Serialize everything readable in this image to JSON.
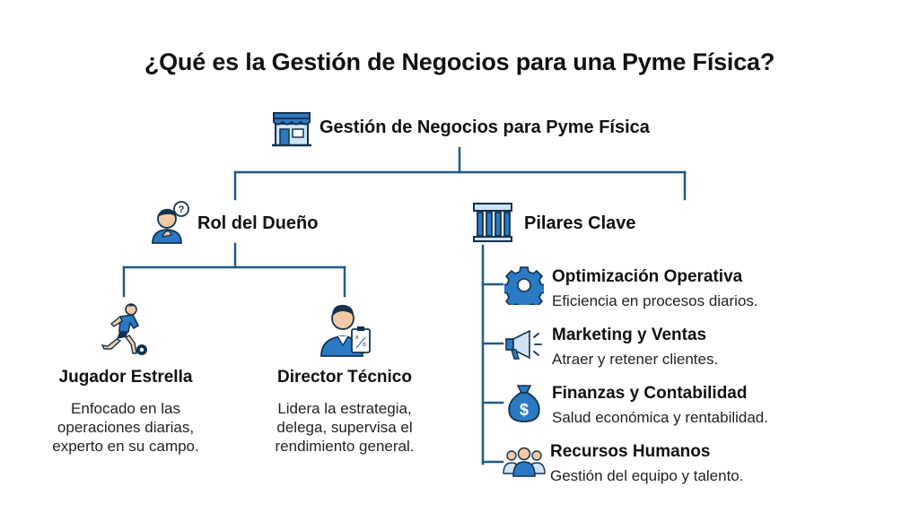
{
  "title": "¿Qué es la Gestión de Negocios para una Pyme Física?",
  "root": {
    "label": "Gestión de Negocios para Pyme Física",
    "icon": "store-icon"
  },
  "owner": {
    "label": "Rol del Dueño",
    "icon": "thinking-person-icon",
    "roles": [
      {
        "title": "Jugador Estrella",
        "desc": [
          "Enfocado en las",
          "operaciones diarias,",
          "experto en su campo."
        ],
        "icon": "soccer-player-icon"
      },
      {
        "title": "Director Técnico",
        "desc": [
          "Lidera la estrategia,",
          "delega, supervisa el",
          "rendimiento general."
        ],
        "icon": "coach-clipboard-icon"
      }
    ]
  },
  "pillars": {
    "label": "Pilares Clave",
    "icon": "columns-building-icon",
    "items": [
      {
        "title": "Optimización Operativa",
        "desc": "Eficiencia en procesos diarios.",
        "icon": "gear-icon"
      },
      {
        "title": "Marketing y Ventas",
        "desc": "Atraer y retener clientes.",
        "icon": "megaphone-icon"
      },
      {
        "title": "Finanzas y Contabilidad",
        "desc": "Salud económica y rentabilidad.",
        "icon": "money-bag-icon"
      },
      {
        "title": "Recursos Humanos",
        "desc": "Gestión del equipo y talento.",
        "icon": "team-icon"
      }
    ]
  },
  "colors": {
    "line": "#1f5a8a",
    "accent": "#2b79c2",
    "dark": "#12324f",
    "skin": "#f2c9a4"
  }
}
